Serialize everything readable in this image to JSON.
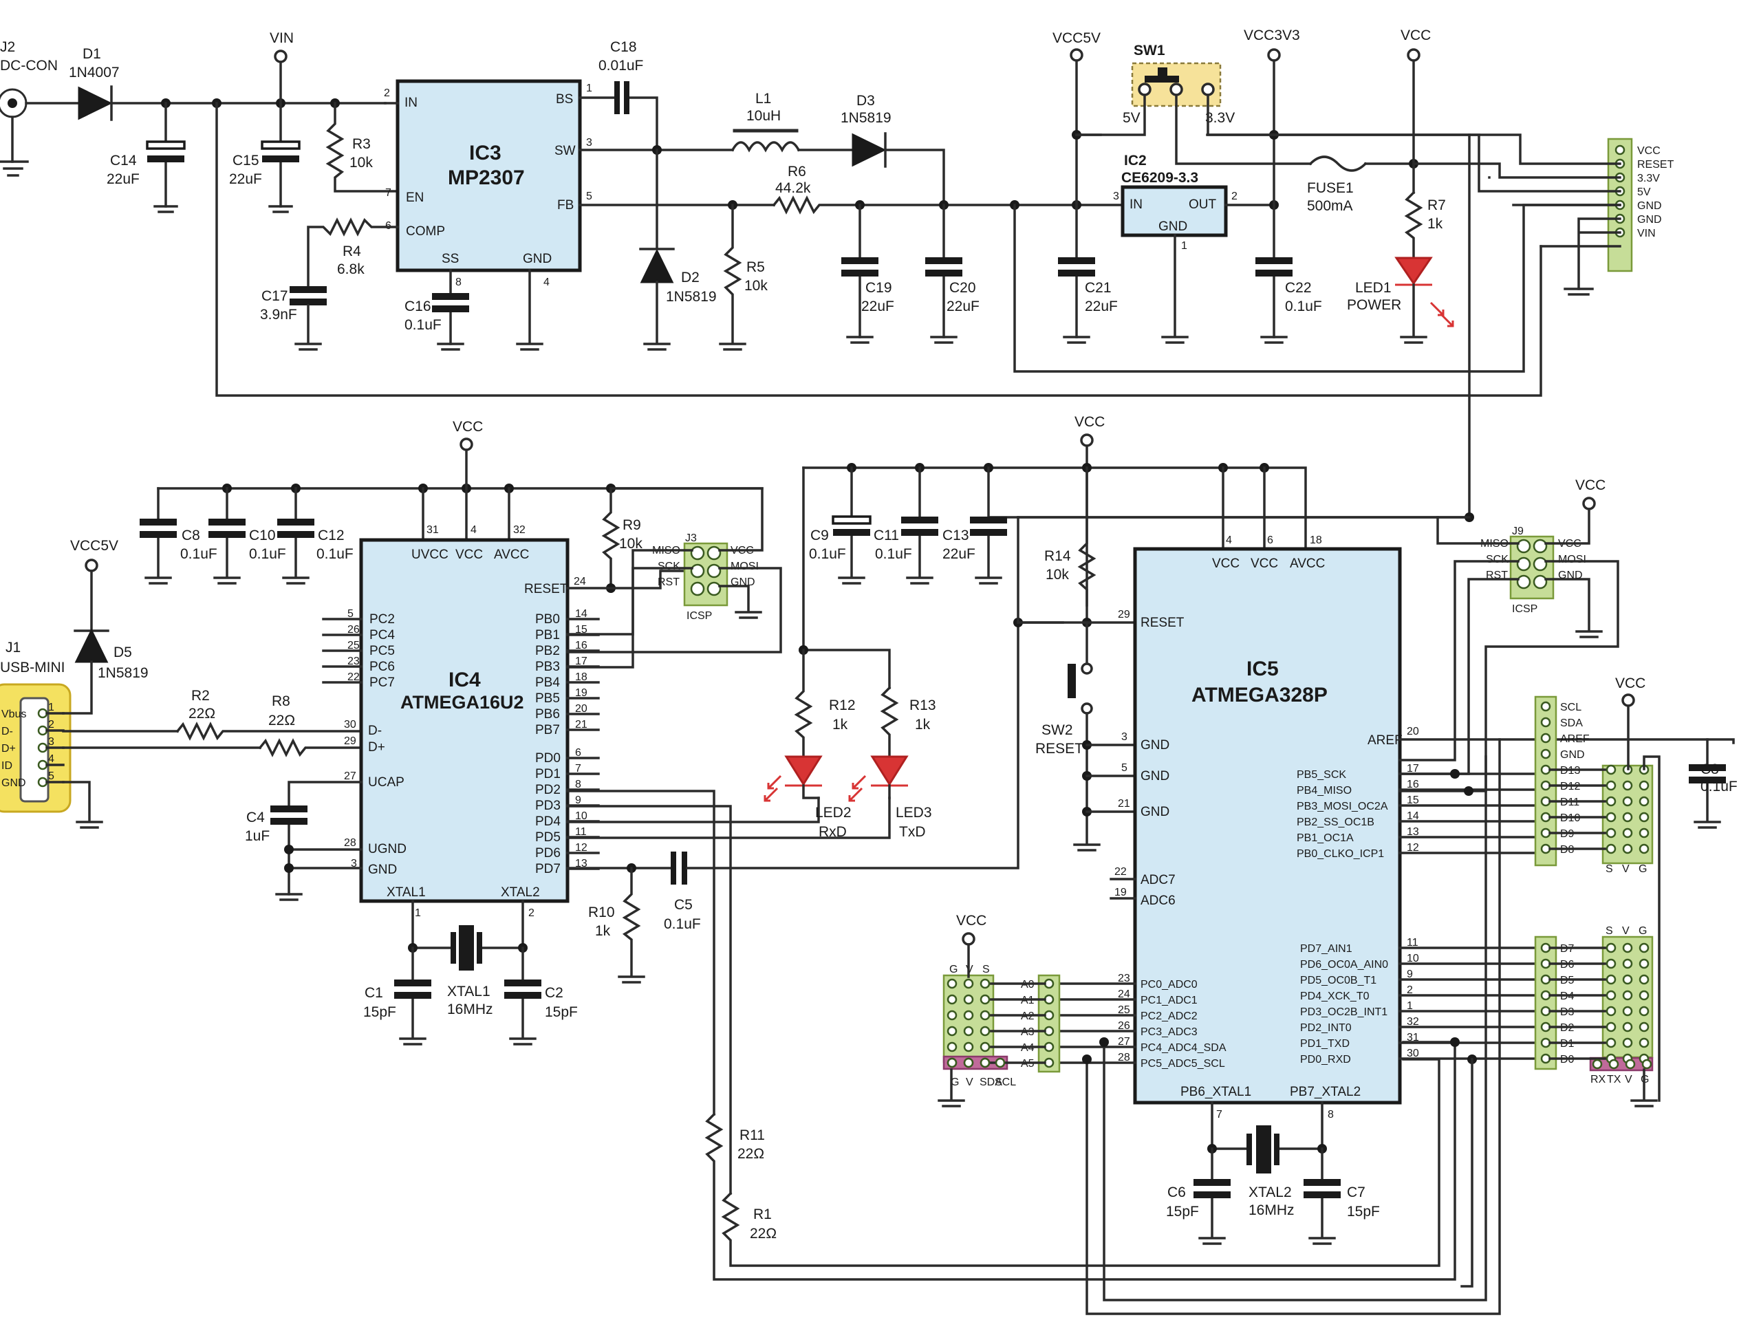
{
  "power": {
    "vin": "VIN",
    "vcc5v": "VCC5V",
    "vcc3v3": "VCC3V3",
    "vcc": "VCC",
    "j2": "J2",
    "j2_type": "DC-CON",
    "d1": "D1",
    "d1_val": "1N4007",
    "c14": "C14",
    "c14_val": "22uF",
    "c15": "C15",
    "c15_val": "22uF",
    "r3": "R3",
    "r3_val": "10k",
    "ic3": "IC3",
    "ic3_part": "MP2307",
    "ic3_in": "IN",
    "ic3_en": "EN",
    "ic3_comp": "COMP",
    "ic3_ss": "SS",
    "ic3_gnd": "GND",
    "ic3_bs": "BS",
    "ic3_sw": "SW",
    "ic3_fb": "FB",
    "p2": "2",
    "p7": "7",
    "p6": "6",
    "p8": "8",
    "p4": "4",
    "p1": "1",
    "p3": "3",
    "p5": "5",
    "r4": "R4",
    "r4_val": "6.8k",
    "c17": "C17",
    "c17_val": "3.9nF",
    "c16": "C16",
    "c16_val": "0.1uF",
    "c18": "C18",
    "c18_val": "0.01uF",
    "l1": "L1",
    "l1_val": "10uH",
    "d3": "D3",
    "d3_val": "1N5819",
    "r6": "R6",
    "r6_val": "44.2k",
    "d2": "D2",
    "d2_val": "1N5819",
    "r5": "R5",
    "r5_val": "10k",
    "c19": "C19",
    "c19_val": "22uF",
    "c20": "C20",
    "c20_val": "22uF",
    "sw1": "SW1",
    "sw1_a": "5V",
    "sw1_b": "3.3V",
    "ic2": "IC2",
    "ic2_part": "CE6209-3.3",
    "ic2_in": "IN",
    "ic2_out": "OUT",
    "ic2_gnd": "GND",
    "ic2_p3": "3",
    "ic2_p2": "2",
    "ic2_p1": "1",
    "c21": "C21",
    "c21_val": "22uF",
    "c22": "C22",
    "c22_val": "0.1uF",
    "fuse": "FUSE1",
    "fuse_val": "500mA",
    "r7": "R7",
    "r7_val": "1k",
    "led1": "LED1",
    "led1_val": "POWER",
    "pwr_hdr": [
      "VCC",
      "RESET",
      "3.3V",
      "5V",
      "GND",
      "GND",
      "VIN"
    ]
  },
  "usb_side": {
    "vcc5v": "VCC5V",
    "vcc": "VCC",
    "j1": "J1",
    "j1_type": "USB-MINI",
    "j1_pins": [
      "Vbus",
      "D-",
      "D+",
      "ID",
      "GND"
    ],
    "j1_nums": [
      "1",
      "2",
      "3",
      "4",
      "5"
    ],
    "d5": "D5",
    "d5_val": "1N5819",
    "r2": "R2",
    "r2_val": "22Ω",
    "r8": "R8",
    "r8_val": "22Ω",
    "c8": "C8",
    "c8_val": "0.1uF",
    "c10": "C10",
    "c10_val": "0.1uF",
    "c12": "C12",
    "c12_val": "0.1uF",
    "c4": "C4",
    "c4_val": "1uF",
    "r9": "R9",
    "r9_val": "10k",
    "ic4": "IC4",
    "ic4_part": "ATMEGA16U2",
    "ic4_top": [
      "UVCC",
      "VCC",
      "AVCC"
    ],
    "ic4_top_nums": [
      "31",
      "4",
      "32"
    ],
    "ic4_left": [
      "PC2",
      "PC4",
      "PC5",
      "PC6",
      "PC7"
    ],
    "ic4_left_nums": [
      "5",
      "26",
      "25",
      "23",
      "22"
    ],
    "ic4_dminus": "D-",
    "ic4_dplus": "D+",
    "ic4_dm_num": "30",
    "ic4_dp_num": "29",
    "ic4_ucap": "UCAP",
    "ic4_ucap_num": "27",
    "ic4_ugnd": "UGND",
    "ic4_ugnd_num": "28",
    "ic4_gnd": "GND",
    "ic4_gnd_num": "3",
    "ic4_reset": "RESET",
    "ic4_reset_num": "24",
    "ic4_right": [
      "PB0",
      "PB1",
      "PB2",
      "PB3",
      "PB4",
      "PB5",
      "PB6",
      "PB7",
      "PD0",
      "PD1",
      "PD2",
      "PD3",
      "PD4",
      "PD5",
      "PD6",
      "PD7"
    ],
    "ic4_right_nums": [
      "14",
      "15",
      "16",
      "17",
      "18",
      "19",
      "20",
      "21",
      "6",
      "7",
      "8",
      "9",
      "10",
      "11",
      "12",
      "13"
    ],
    "ic4_xtal1": "XTAL1",
    "ic4_xtal2": "XTAL2",
    "ic4_x1n": "1",
    "ic4_x2n": "2",
    "icsp1": "J3",
    "icsp1_name": "ICSP",
    "icsp_left": [
      "MISO",
      "SCK",
      "RST"
    ],
    "icsp_right": [
      "VCC",
      "MOSI",
      "GND"
    ],
    "c1": "C1",
    "c1_val": "15pF",
    "xtal1": "XTAL1",
    "xtal1_val": "16MHz",
    "c2": "C2",
    "c2_val": "15pF",
    "r10": "R10",
    "r10_val": "1k",
    "c5": "C5",
    "c5_val": "0.1uF",
    "r11": "R11",
    "r11_val": "22Ω",
    "r1": "R1",
    "r1_val": "22Ω"
  },
  "mcu_side": {
    "vcc": "VCC",
    "c9": "C9",
    "c9_val": "0.1uF",
    "c11": "C11",
    "c11_val": "0.1uF",
    "c13": "C13",
    "c13_val": "22uF",
    "r14": "R14",
    "r14_val": "10k",
    "r12": "R12",
    "r12_val": "1k",
    "r13": "R13",
    "r13_val": "1k",
    "led2": "LED2",
    "led2_val": "RxD",
    "led3": "LED3",
    "led3_val": "TxD",
    "sw2": "SW2",
    "sw2_val": "RESET",
    "ic5": "IC5",
    "ic5_part": "ATMEGA328P",
    "ic5_top": [
      "VCC",
      "VCC",
      "AVCC"
    ],
    "ic5_top_nums": [
      "4",
      "6",
      "18"
    ],
    "ic5_reset": "RESET",
    "ic5_reset_num": "29",
    "ic5_gnd": [
      "GND",
      "GND",
      "GND"
    ],
    "ic5_gnd_nums": [
      "3",
      "5",
      "21"
    ],
    "ic5_adc": [
      "ADC7",
      "ADC6"
    ],
    "ic5_adc_nums": [
      "22",
      "19"
    ],
    "ic5_pc": [
      "PC0_ADC0",
      "PC1_ADC1",
      "PC2_ADC2",
      "PC3_ADC3",
      "PC4_ADC4_SDA",
      "PC5_ADC5_SCL"
    ],
    "ic5_pc_nums": [
      "23",
      "24",
      "25",
      "26",
      "27",
      "28"
    ],
    "ic5_aref": "AREF",
    "ic5_aref_num": "20",
    "ic5_pb": [
      "PB5_SCK",
      "PB4_MISO",
      "PB3_MOSI_OC2A",
      "PB2_SS_OC1B",
      "PB1_OC1A",
      "PB0_CLKO_ICP1"
    ],
    "ic5_pb_nums": [
      "17",
      "16",
      "15",
      "14",
      "13",
      "12"
    ],
    "ic5_pd": [
      "PD7_AIN1",
      "PD6_OC0A_AIN0",
      "PD5_OC0B_T1",
      "PD4_XCK_T0",
      "PD3_OC2B_INT1",
      "PD2_INT0",
      "PD1_TXD",
      "PD0_RXD"
    ],
    "ic5_pd_nums": [
      "11",
      "10",
      "9",
      "2",
      "1",
      "32",
      "31",
      "30"
    ],
    "ic5_xtal1": "PB6_XTAL1",
    "ic5_xtal2": "PB7_XTAL2",
    "ic5_x1n": "7",
    "ic5_x2n": "8",
    "c6": "C6",
    "c6_val": "15pF",
    "xtal2": "XTAL2",
    "xtal2_val": "16MHz",
    "c7": "C7",
    "c7_val": "15pF",
    "c3": "C3",
    "c3_val": "0.1uF",
    "icsp2": "J9",
    "icsp2_name": "ICSP",
    "icsp_left": [
      "MISO",
      "SCK",
      "RST"
    ],
    "icsp_right": [
      "VCC",
      "MOSI",
      "GND"
    ],
    "hdr_a": [
      "A0",
      "A1",
      "A2",
      "A3",
      "A4",
      "A5"
    ],
    "hdr_a_foot": [
      "G",
      "V",
      "SDA",
      "SCL"
    ],
    "hdr_a_top": [
      "G",
      "V",
      "S"
    ],
    "hdr_b": [
      "SCL",
      "SDA",
      "AREF",
      "GND",
      "D13",
      "D12",
      "D11",
      "D10",
      "D9",
      "D8"
    ],
    "hdr_b_foot": [
      "S",
      "V",
      "G"
    ],
    "hdr_c": [
      "D7",
      "D6",
      "D5",
      "D4",
      "D3",
      "D2",
      "D1",
      "D0"
    ],
    "hdr_c_top": [
      "S",
      "V",
      "G"
    ],
    "hdr_c_foot": [
      "RX",
      "TX",
      "V",
      "G"
    ]
  }
}
